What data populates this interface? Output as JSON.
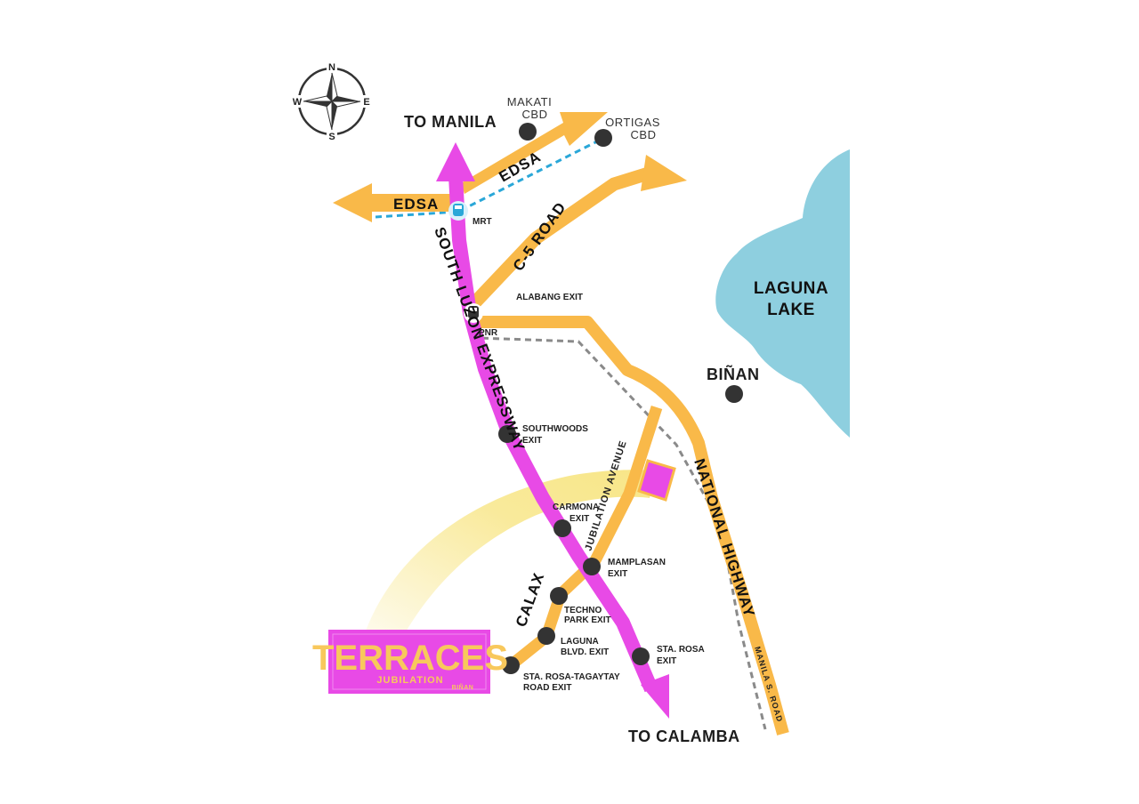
{
  "map": {
    "colors": {
      "expressway": "#e84ae6",
      "road": "#f9b949",
      "lake": "#8ecfdf",
      "rail_mrt": "#2aa7d8",
      "rail_pnr": "#888888",
      "exit_dot": "#333333",
      "highlight": "#f7e37a",
      "logo_bg": "#e84ae6",
      "logo_text": "#f8c85c"
    },
    "compass": {
      "n": "N",
      "s": "S",
      "e": "E",
      "w": "W"
    },
    "destinations": {
      "north": "TO MANILA",
      "south": "TO CALAMBA"
    },
    "roads": {
      "edsa_west": "EDSA",
      "edsa_north": "EDSA",
      "c5": "C-5 ROAD",
      "slex": "SOUTH LUZON EXPRESSWAY",
      "jubilation_avenue": "JUBILATION AVENUE",
      "national_highway": "NATIONAL HIGHWAY",
      "manila_s_road": "MANILA S. ROAD",
      "calax": "CALAX"
    },
    "stations": {
      "mrt": "MRT",
      "pnr": "PNR"
    },
    "places": {
      "makati_line1": "MAKATI",
      "makati_line2": "CBD",
      "ortigas_line1": "ORTIGAS",
      "ortigas_line2": "CBD",
      "binan": "BIÑAN",
      "lake_line1": "LAGUNA",
      "lake_line2": "LAKE"
    },
    "exits": {
      "alabang": "ALABANG EXIT",
      "southwoods_1": "SOUTHWOODS",
      "southwoods_2": "EXIT",
      "carmona_1": "CARMONA",
      "carmona_2": "EXIT",
      "mamplasan_1": "MAMPLASAN",
      "mamplasan_2": "EXIT",
      "techno_1": "TECHNO",
      "techno_2": "PARK EXIT",
      "laguna_blvd_1": "LAGUNA",
      "laguna_blvd_2": "BLVD. EXIT",
      "starosa_1": "STA. ROSA",
      "starosa_2": "EXIT",
      "tagaytay_1": "STA. ROSA-TAGAYTAY",
      "tagaytay_2": "ROAD EXIT"
    },
    "logo": {
      "title": "TERRACES",
      "subtitle": "JUBILATION",
      "location": "BIÑAN"
    }
  }
}
